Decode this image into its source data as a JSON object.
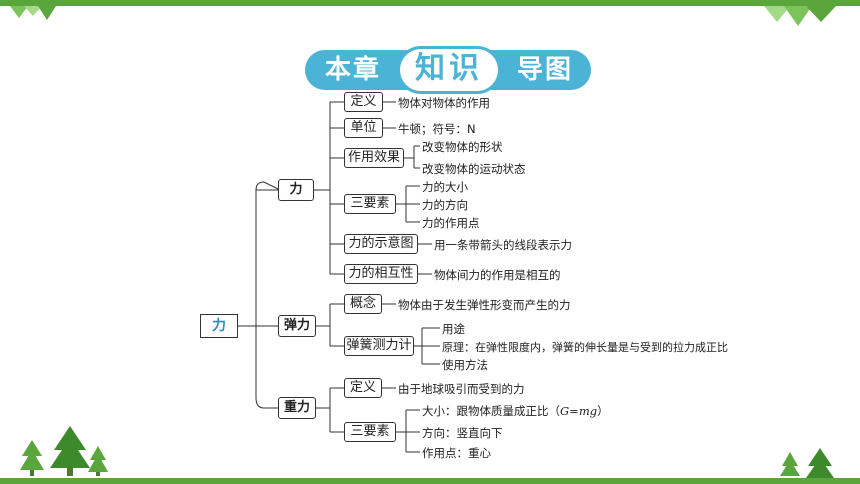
{
  "banner": {
    "left": "本章",
    "middle": "知识",
    "right": "导图"
  },
  "root": "力",
  "branches": {
    "force": {
      "label": "力",
      "definition": {
        "label": "定义",
        "text": "物体对物体的作用"
      },
      "unit": {
        "label": "单位",
        "text": "牛顿；符号：N"
      },
      "effect": {
        "label": "作用效果",
        "items": [
          "改变物体的形状",
          "改变物体的运动状态"
        ]
      },
      "elements": {
        "label": "三要素",
        "items": [
          "力的大小",
          "力的方向",
          "力的作用点"
        ]
      },
      "diagram": {
        "label": "力的示意图",
        "text": "用一条带箭头的线段表示力"
      },
      "mutual": {
        "label": "力的相互性",
        "text": "物体间力的作用是相互的"
      }
    },
    "elastic": {
      "label": "弹力",
      "concept": {
        "label": "概念",
        "text": "物体由于发生弹性形变而产生的力"
      },
      "meter": {
        "label": "弹簧测力计",
        "items": [
          "用途",
          "原理：在弹性限度内，弹簧的伸长量是与受到的拉力成正比",
          "使用方法"
        ]
      }
    },
    "gravity": {
      "label": "重力",
      "definition": {
        "label": "定义",
        "text": "由于地球吸引而受到的力"
      },
      "elements": {
        "label": "三要素",
        "magnitude_prefix": "大小：跟物体质量成正比（",
        "magnitude_formula": "G=mg",
        "magnitude_suffix": "）",
        "direction": "方向：竖直向下",
        "point": "作用点：重心"
      }
    }
  }
}
